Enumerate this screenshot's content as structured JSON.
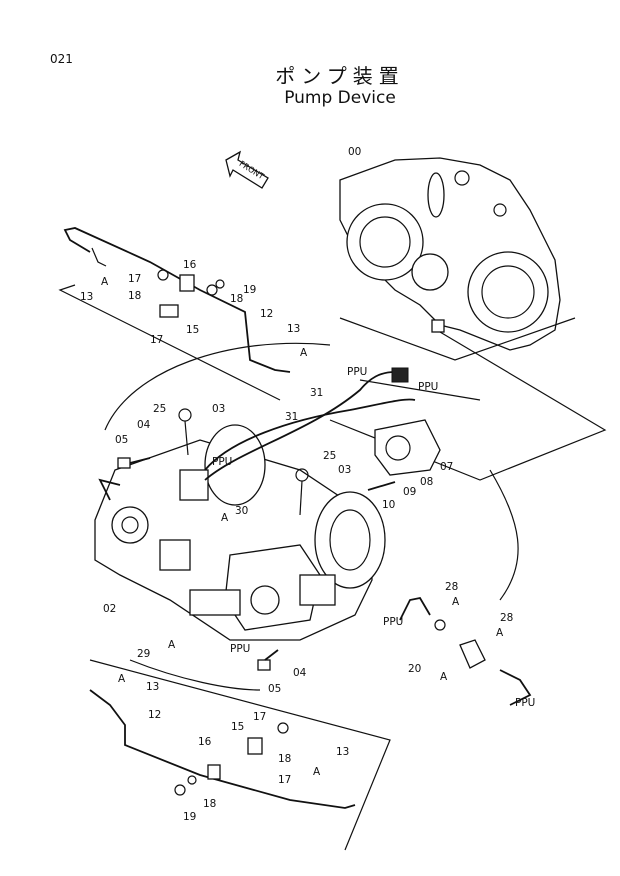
{
  "page_number": "021",
  "title_jp": "ポンプ装置",
  "title_en": "Pump Device",
  "front_label": "FRONT",
  "callouts": {
    "c00": "00",
    "c02": "02",
    "c03a": "03",
    "c03b": "03",
    "c04a": "04",
    "c04b": "04",
    "c05a": "05",
    "c05b": "05",
    "c07": "07",
    "c08": "08",
    "c09": "09",
    "c10": "10",
    "c12a": "12",
    "c12b": "12",
    "c13a": "13",
    "c13b": "13",
    "c13c": "13",
    "c13d": "13",
    "c15a": "15",
    "c15b": "15",
    "c16a": "16",
    "c16b": "16",
    "c17a": "17",
    "c17b": "17",
    "c17c": "17",
    "c17d": "17",
    "c18a": "18",
    "c18b": "18",
    "c18c": "18",
    "c18d": "18",
    "c19a": "19",
    "c19b": "19",
    "c20": "20",
    "c25a": "25",
    "c25b": "25",
    "c28a": "28",
    "c28b": "28",
    "c29": "29",
    "c30": "30",
    "c31a": "31",
    "c31b": "31",
    "a1": "A",
    "a2": "A",
    "a3": "A",
    "a4": "A",
    "a5": "A",
    "a6": "A",
    "a7": "A",
    "a8": "A",
    "a9": "A",
    "ppu1": "PPU",
    "ppu2": "PPU",
    "ppu3": "PPU",
    "ppu4": "PPU",
    "ppu5": "PPU",
    "ppu6": "PPU"
  }
}
